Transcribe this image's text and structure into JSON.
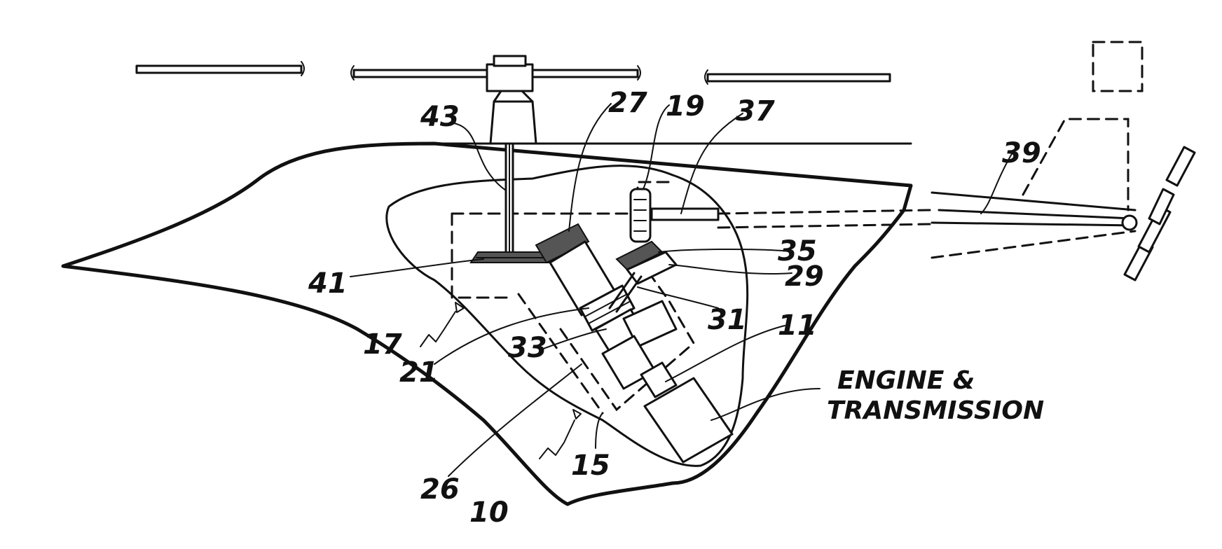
{
  "labels": {
    "n43": "43",
    "n27": "27",
    "n19": "19",
    "n37": "37",
    "n39": "39",
    "n41": "41",
    "n35": "35",
    "n29": "29",
    "n31": "31",
    "n11": "11",
    "n17": "17",
    "n33": "33",
    "n21": "21",
    "n26": "26",
    "n10": "10",
    "n15": "15",
    "engine_line1": "ENGINE &",
    "engine_line2": "TRANSMISSION"
  },
  "colors": {
    "ink": "#111111",
    "paper": "#ffffff"
  }
}
